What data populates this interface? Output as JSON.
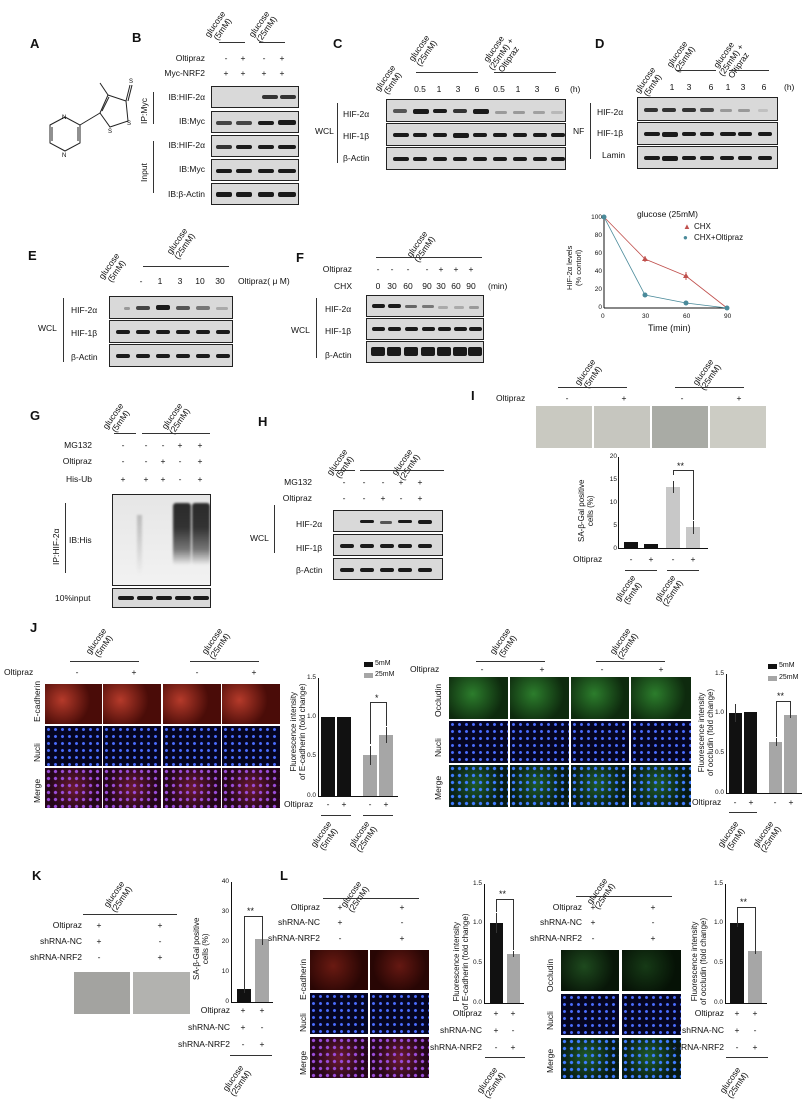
{
  "panels": {
    "A": {
      "label": "A",
      "structure": "Oltipraz (4-methyl-5-pyrazinyl-3H-1,2-dithiole-3-thione)",
      "atoms": [
        "N",
        "N",
        "S",
        "S",
        "S"
      ]
    },
    "B": {
      "label": "B",
      "groups": [
        "glucose\n(5mM)",
        "glucose\n(25mM)"
      ],
      "rows": [
        {
          "name": "Oltipraz",
          "values": [
            "-",
            "+",
            "-",
            "+"
          ]
        },
        {
          "name": "Myc-NRF2",
          "values": [
            "+",
            "+",
            "+",
            "+"
          ]
        }
      ],
      "side_labels": [
        "IP:Myc",
        "Input"
      ],
      "blots": [
        "IB:HIF-2α",
        "IB:Myc",
        "IB:HIF-2α",
        "IB:Myc",
        "IB:β-Actin"
      ]
    },
    "C": {
      "label": "C",
      "groups": [
        "glucose\n(5mM)",
        "glucose\n(25mM)",
        "glucose\n(25mM) +\nOltipraz"
      ],
      "timepoints": [
        "0.5",
        "1",
        "3",
        "6",
        "0.5",
        "1",
        "3",
        "6"
      ],
      "unit": "(h)",
      "side_label": "WCL",
      "blots": [
        "HIF-2α",
        "HIF-1β",
        "β-Actin"
      ]
    },
    "D": {
      "label": "D",
      "groups": [
        "glucose\n(5mM)",
        "glucose\n(25mM)",
        "glucose\n(25mM) +\nOltipraz"
      ],
      "timepoints": [
        "1",
        "3",
        "6",
        "1",
        "3",
        "6"
      ],
      "unit": "(h)",
      "side_label": "NF",
      "blots": [
        "HIF-2α",
        "HIF-1β",
        "Lamin"
      ]
    },
    "E": {
      "label": "E",
      "groups": [
        "glucose\n(5mM)",
        "glucose\n(25mM)"
      ],
      "doses": [
        "-",
        "1",
        "3",
        "10",
        "30"
      ],
      "dose_label": "Oltipraz( μ M)",
      "side_label": "WCL",
      "blots": [
        "HIF-2α",
        "HIF-1β",
        "β-Actin"
      ]
    },
    "F": {
      "label": "F",
      "group": "glucose\n(25mM)",
      "rows": [
        {
          "name": "Oltipraz",
          "values": [
            "-",
            "-",
            "-",
            "-",
            "+",
            "+",
            "+"
          ]
        },
        {
          "name": "CHX",
          "values": [
            "0",
            "30",
            "60",
            "90",
            "30",
            "60",
            "90"
          ]
        }
      ],
      "unit": "(min)",
      "side_label": "WCL",
      "blots": [
        "HIF-2α",
        "HIF-1β",
        "β-Actin"
      ]
    },
    "G": {
      "label": "G",
      "groups": [
        "glucose\n(5mM)",
        "glucose\n(25mM)"
      ],
      "rows": [
        {
          "name": "MG132",
          "values": [
            "-",
            "-",
            "-",
            "+",
            "+"
          ]
        },
        {
          "name": "Oltipraz",
          "values": [
            "-",
            "-",
            "+",
            "-",
            "+"
          ]
        },
        {
          "name": "His-Ub",
          "values": [
            "+",
            "+",
            "+",
            "-",
            "+"
          ]
        }
      ],
      "side_label": "IP:HIF-2α",
      "blots": [
        "IB:His",
        "10%input"
      ]
    },
    "H": {
      "label": "H",
      "groups": [
        "glucose\n(5mM)",
        "glucose\n(25mM)"
      ],
      "rows": [
        {
          "name": "MG132",
          "values": [
            "-",
            "-",
            "-",
            "+",
            "+"
          ]
        },
        {
          "name": "Oltipraz",
          "values": [
            "-",
            "-",
            "+",
            "-",
            "+"
          ]
        }
      ],
      "side_label": "WCL",
      "blots": [
        "HIF-2α",
        "HIF-1β",
        "β-Actin"
      ]
    },
    "I": {
      "label": "I",
      "groups": [
        "glucose\n(5mM)",
        "glucose\n(25mM)"
      ],
      "oltipraz_label": "Oltipraz",
      "oltipraz": [
        "-",
        "+",
        "-",
        "+"
      ]
    },
    "J": {
      "label": "J",
      "groups": [
        "glucose\n(5mM)",
        "glucose\n(25mM)"
      ],
      "oltipraz_label": "Oltipraz",
      "oltipraz": [
        "-",
        "+",
        "-",
        "+"
      ],
      "rows_left": [
        "E-cadherin",
        "Nucli",
        "Merge"
      ],
      "rows_right": [
        "Occludin",
        "Nucli",
        "Merge"
      ]
    },
    "K": {
      "label": "K",
      "group": "glucose\n(25mM)",
      "rows": [
        {
          "name": "Oltipraz",
          "values": [
            "+",
            "+"
          ]
        },
        {
          "name": "shRNA-NC",
          "values": [
            "+",
            "-"
          ]
        },
        {
          "name": "shRNA-NRF2",
          "values": [
            "-",
            "+"
          ]
        }
      ]
    },
    "L": {
      "label": "L",
      "group": "glucose\n(25mM)",
      "rows": [
        {
          "name": "Oltipraz",
          "values": [
            "+",
            "+"
          ]
        },
        {
          "name": "shRNA-NC",
          "values": [
            "+",
            "-"
          ]
        },
        {
          "name": "shRNA-NRF2",
          "values": [
            "-",
            "+"
          ]
        }
      ],
      "rows_left": [
        "E-cadherin",
        "Nucli",
        "Merge"
      ],
      "rows_right": [
        "Occludin",
        "Nucli",
        "Merge"
      ]
    }
  },
  "chart_data": [
    {
      "id": "F-line",
      "type": "line",
      "title": "glucose (25mM)",
      "xlabel": "Time (min)",
      "ylabel": "HIF-2α levels\n(% contorl)",
      "x": [
        0,
        30,
        60,
        90
      ],
      "xticks": [
        "0",
        "30",
        "60",
        "90"
      ],
      "yticks": [
        "0",
        "20",
        "40",
        "60",
        "80",
        "100"
      ],
      "ylim": [
        0,
        100
      ],
      "series": [
        {
          "name": "CHX",
          "values": [
            100,
            54,
            35,
            0
          ],
          "errors": [
            0,
            3,
            4,
            0
          ],
          "color": "#c0504d",
          "marker": "triangle"
        },
        {
          "name": "CHX+Oltipraz",
          "values": [
            100,
            14,
            6,
            0
          ],
          "errors": [
            0,
            2,
            2,
            0
          ],
          "color": "#4a8a9a",
          "marker": "circle"
        }
      ],
      "legend_position": "top-right"
    },
    {
      "id": "I-bar",
      "type": "bar",
      "ylabel": "SA-β-Gal positive\ncells (%)",
      "categories": [
        "5mM -",
        "5mM +",
        "25mM -",
        "25mM +"
      ],
      "values": [
        1.3,
        0.9,
        13.2,
        4.6
      ],
      "errors": [
        0.4,
        0.2,
        1.3,
        1.4
      ],
      "colors": [
        "#111111",
        "#111111",
        "#c8c8c8",
        "#c8c8c8"
      ],
      "yticks": [
        "0",
        "5",
        "10",
        "15",
        "20"
      ],
      "ylim": [
        0,
        20
      ],
      "significance": [
        {
          "between": [
            2,
            3
          ],
          "label": "**"
        }
      ]
    },
    {
      "id": "J-ecad-bar",
      "type": "bar",
      "ylabel": "Fluorescence intensity\nof E-cadherin (fold change)",
      "categories": [
        "5mM -",
        "5mM +",
        "25mM -",
        "25mM +"
      ],
      "values": [
        1.0,
        1.0,
        0.52,
        0.77
      ],
      "errors": [
        0.03,
        0.05,
        0.12,
        0.1
      ],
      "colors": [
        "#111111",
        "#111111",
        "#a6a6a6",
        "#a6a6a6"
      ],
      "legend": [
        {
          "name": "5mM",
          "color": "#111111"
        },
        {
          "name": "25mM",
          "color": "#a6a6a6"
        }
      ],
      "yticks": [
        "0.0",
        "0.5",
        "1.0",
        "1.5"
      ],
      "ylim": [
        0,
        1.5
      ],
      "significance": [
        {
          "between": [
            2,
            3
          ],
          "label": "*"
        }
      ]
    },
    {
      "id": "J-occ-bar",
      "type": "bar",
      "ylabel": "Fluorescence intensity\nof occludin (fold change)",
      "categories": [
        "5mM -",
        "5mM +",
        "25mM -",
        "25mM +"
      ],
      "values": [
        1.0,
        1.02,
        0.64,
        0.98
      ],
      "errors": [
        0.11,
        0.05,
        0.05,
        0.05
      ],
      "colors": [
        "#111111",
        "#111111",
        "#a6a6a6",
        "#a6a6a6"
      ],
      "legend": [
        {
          "name": "5mM",
          "color": "#111111"
        },
        {
          "name": "25mM",
          "color": "#a6a6a6"
        }
      ],
      "yticks": [
        "0.0",
        "0.5",
        "1.0",
        "1.5"
      ],
      "ylim": [
        0,
        1.5
      ],
      "significance": [
        {
          "between": [
            2,
            3
          ],
          "label": "**"
        }
      ]
    },
    {
      "id": "K-bar",
      "type": "bar",
      "ylabel": "SA-β-Gal positive\ncells (%)",
      "categories": [
        "shRNA-NC",
        "shRNA-NRF2"
      ],
      "values": [
        4.3,
        21.0
      ],
      "errors": [
        1.5,
        2.0
      ],
      "colors": [
        "#111111",
        "#a6a6a6"
      ],
      "yticks": [
        "0",
        "10",
        "20",
        "30",
        "40"
      ],
      "ylim": [
        0,
        40
      ],
      "significance": [
        {
          "between": [
            0,
            1
          ],
          "label": "**"
        }
      ]
    },
    {
      "id": "L-ecad-bar",
      "type": "bar",
      "ylabel": "Fluorescence intensity\nof E-cadherin (fold change)",
      "categories": [
        "shRNA-NC",
        "shRNA-NRF2"
      ],
      "values": [
        1.0,
        0.62
      ],
      "errors": [
        0.13,
        0.04
      ],
      "colors": [
        "#111111",
        "#a6a6a6"
      ],
      "yticks": [
        "0.0",
        "0.5",
        "1.0",
        "1.5"
      ],
      "ylim": [
        0,
        1.5
      ],
      "significance": [
        {
          "between": [
            0,
            1
          ],
          "label": "**"
        }
      ]
    },
    {
      "id": "L-occ-bar",
      "type": "bar",
      "ylabel": "Fluorescence intensity\nof occludin (fold change)",
      "categories": [
        "shRNA-NC",
        "shRNA-NRF2"
      ],
      "values": [
        1.0,
        0.66
      ],
      "errors": [
        0.05,
        0.04
      ],
      "colors": [
        "#111111",
        "#a6a6a6"
      ],
      "yticks": [
        "0.0",
        "0.5",
        "1.0",
        "1.5"
      ],
      "ylim": [
        0,
        1.5
      ],
      "significance": [
        {
          "between": [
            0,
            1
          ],
          "label": "**"
        }
      ]
    }
  ]
}
